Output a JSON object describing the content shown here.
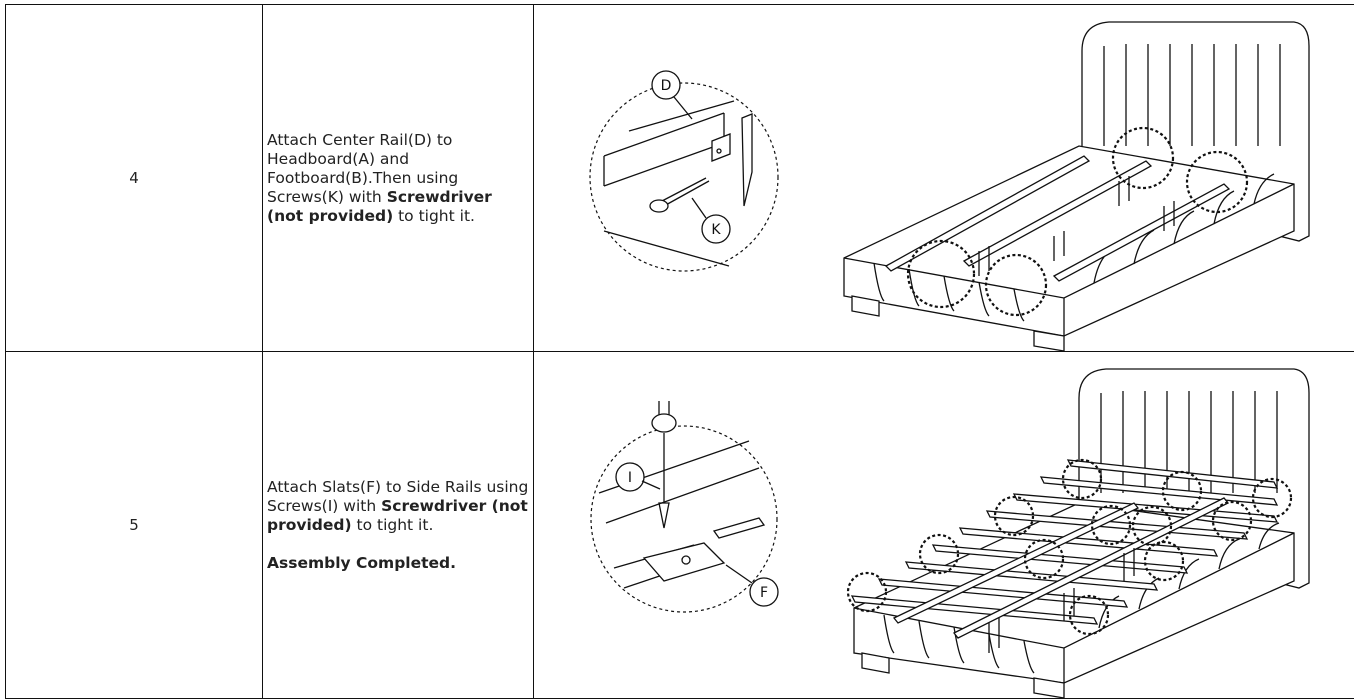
{
  "steps": [
    {
      "number": "4",
      "text_parts": {
        "a": "Attach Center Rail(D) to Headboard(A) and Footboard(B).Then using Screws(K) with ",
        "b": "Screwdriver (not provided)",
        "c": " to tight it."
      },
      "callouts": [
        "D",
        "K"
      ]
    },
    {
      "number": "5",
      "text_parts": {
        "a": "Attach Slats(F) to Side Rails using Screws(I) with ",
        "b": "Screwdriver (not provided)",
        "c": " to tight it."
      },
      "completion": "Assembly Completed.",
      "callouts": [
        "I",
        "F"
      ]
    }
  ]
}
